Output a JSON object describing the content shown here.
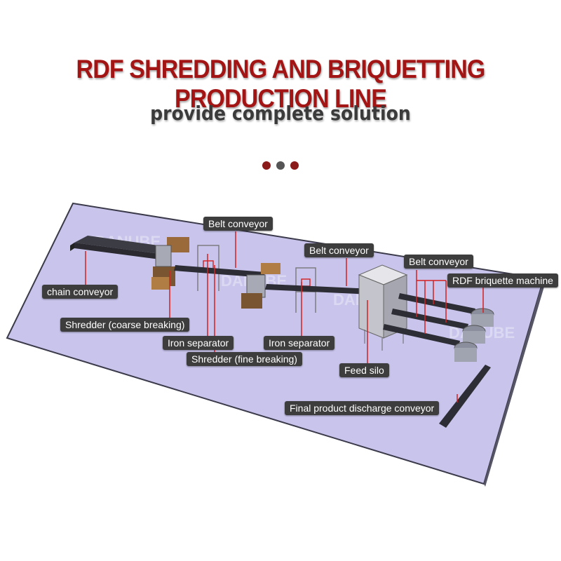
{
  "header": {
    "title": "RDF SHREDDING AND BRIQUETTING PRODUCTION LINE",
    "subtitle": "provide complete solution"
  },
  "colors": {
    "title": "#a31515",
    "dot_red": "#8b1a1a",
    "dot_gray": "#555555",
    "floor": "#c8c4ec",
    "floor_edge": "#3a3a4a",
    "label_bg": "#3d3d3d",
    "leader": "#d42020"
  },
  "watermark": "DANUBE",
  "labels": {
    "chain_conveyor": "chain conveyor",
    "shredder_coarse": "Shredder (coarse breaking)",
    "iron_separator_1": "Iron separator",
    "belt_conveyor_1": "Belt conveyor",
    "shredder_fine": "Shredder (fine breaking)",
    "iron_separator_2": "Iron separator",
    "belt_conveyor_2": "Belt conveyor",
    "feed_silo": "Feed silo",
    "belt_conveyor_3": "Belt conveyor",
    "rdf_briquette_machine": "RDF briquette machine",
    "final_discharge_conveyor": "Final product discharge conveyor"
  }
}
